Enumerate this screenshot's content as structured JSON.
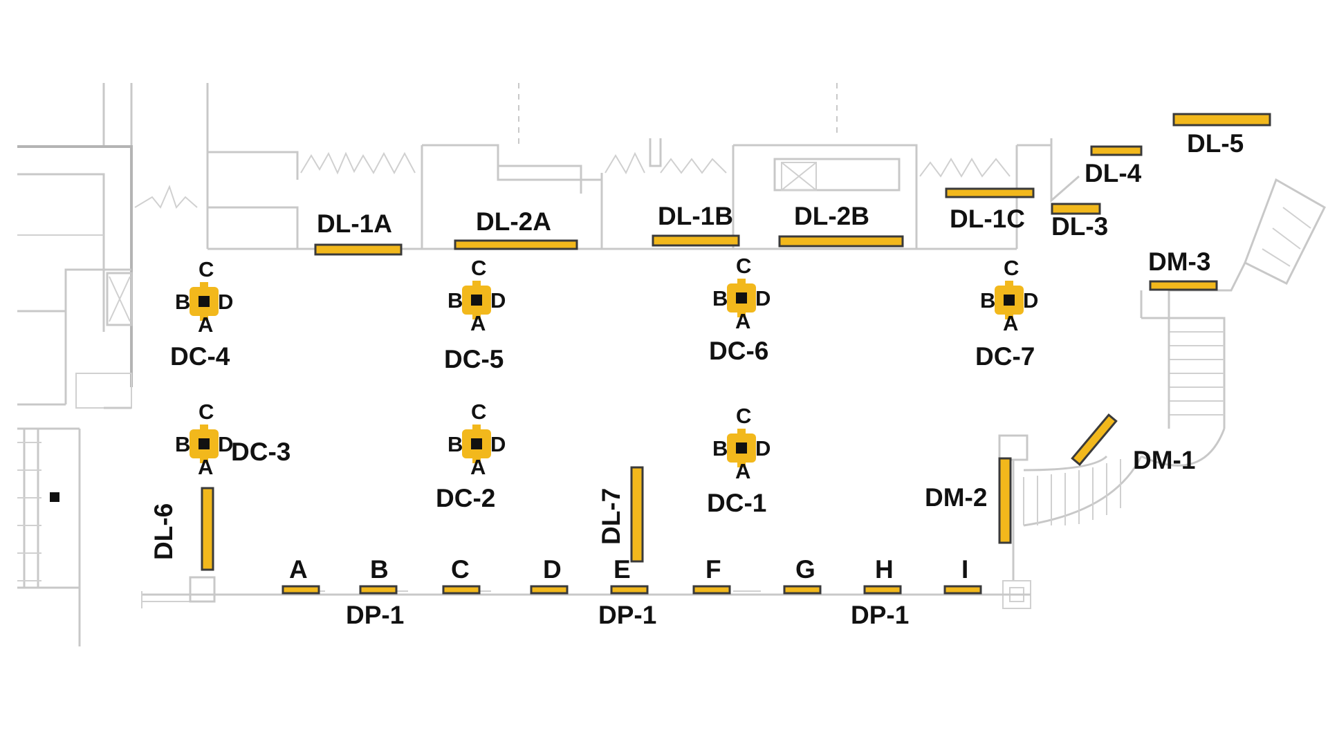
{
  "colors": {
    "sign": "#F2B81C",
    "outline": "#3a3a3a",
    "walls": "#c8c8c8",
    "text": "#111111"
  },
  "top_signs": [
    "DL-1A",
    "DL-2A",
    "DL-1B",
    "DL-2B",
    "DL-1C",
    "DL-3",
    "DL-4",
    "DL-5"
  ],
  "side_signs": [
    "DL-6",
    "DL-7",
    "DM-1",
    "DM-2",
    "DM-3"
  ],
  "cubes": [
    {
      "label": "DC-1",
      "faces": {
        "a": "A",
        "b": "B",
        "c": "C",
        "d": "D"
      }
    },
    {
      "label": "DC-2",
      "faces": {
        "a": "A",
        "b": "B",
        "c": "C",
        "d": "D"
      }
    },
    {
      "label": "DC-3",
      "faces": {
        "a": "A",
        "b": "B",
        "c": "C",
        "d": "D"
      }
    },
    {
      "label": "DC-4",
      "faces": {
        "a": "A",
        "b": "B",
        "c": "C",
        "d": "D"
      }
    },
    {
      "label": "DC-5",
      "faces": {
        "a": "A",
        "b": "B",
        "c": "C",
        "d": "D"
      }
    },
    {
      "label": "DC-6",
      "faces": {
        "a": "A",
        "b": "B",
        "c": "C",
        "d": "D"
      }
    },
    {
      "label": "DC-7",
      "faces": {
        "a": "A",
        "b": "B",
        "c": "C",
        "d": "D"
      }
    }
  ],
  "pillar_letters": [
    "A",
    "B",
    "C",
    "D",
    "E",
    "F",
    "G",
    "H",
    "I"
  ],
  "pillar_group_labels": [
    "DP-1",
    "DP-1",
    "DP-1"
  ]
}
